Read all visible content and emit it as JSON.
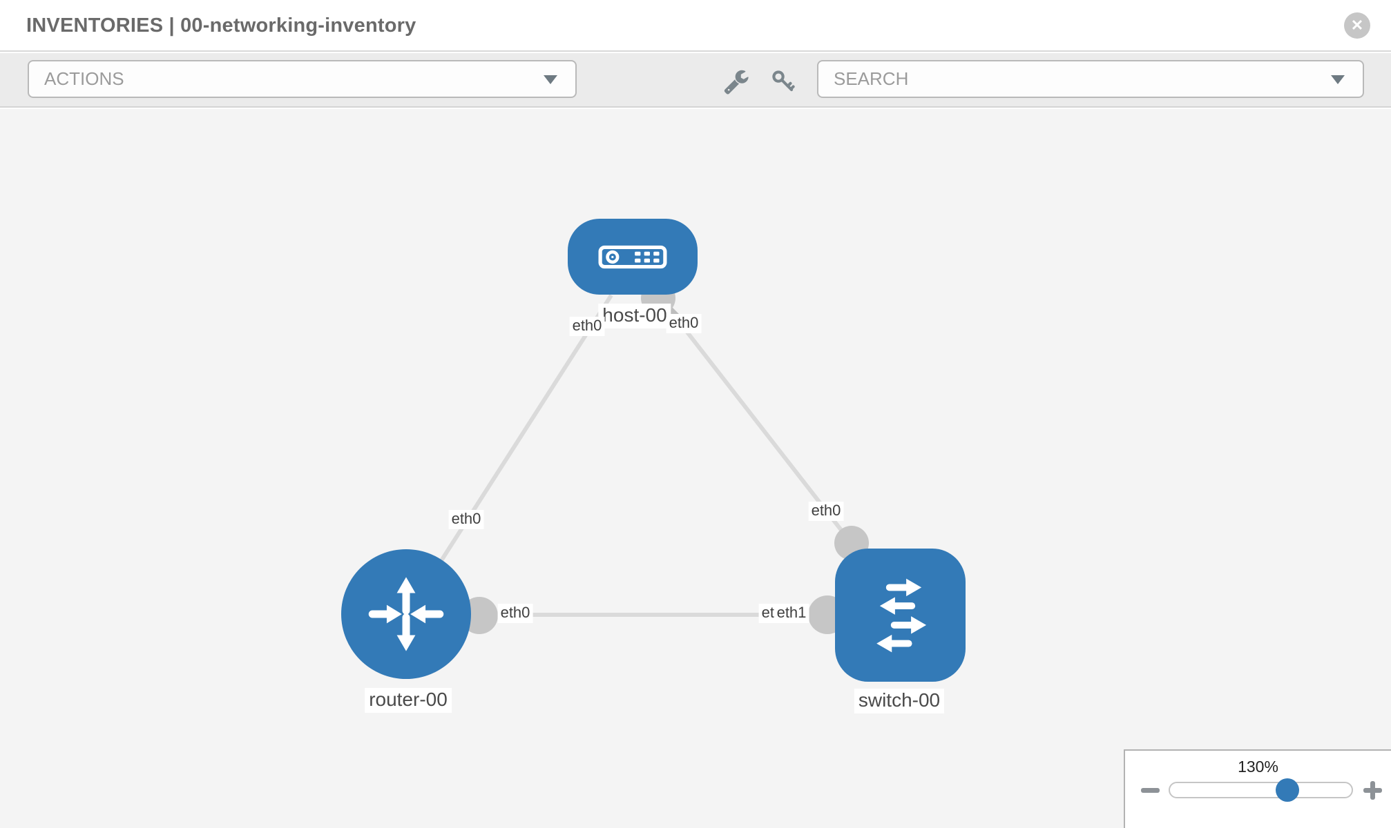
{
  "header": {
    "title": "INVENTORIES | 00-networking-inventory",
    "close_icon": "x-circle-icon"
  },
  "toolbar": {
    "actions_label": "ACTIONS",
    "search_label": "SEARCH",
    "tool_icons": [
      "wrench-icon",
      "key-icon"
    ]
  },
  "topology": {
    "nodes": [
      {
        "id": "host-00",
        "type": "host",
        "label": "host-00",
        "icon": "host-icon"
      },
      {
        "id": "router-00",
        "type": "router",
        "label": "router-00",
        "icon": "router-icon"
      },
      {
        "id": "switch-00",
        "type": "switch",
        "label": "switch-00",
        "icon": "switch-icon"
      }
    ],
    "links": [
      {
        "from": "host-00",
        "to": "router-00",
        "from_interface": "eth0",
        "to_interface": "eth0"
      },
      {
        "from": "host-00",
        "to": "switch-00",
        "from_interface": "eth0",
        "to_interface": "eth0"
      },
      {
        "from": "router-00",
        "to": "switch-00",
        "from_interface": "eth0",
        "to_interface": "eth1"
      }
    ],
    "colors": {
      "node_blue": "#337ab7",
      "link_gray": "#dadada",
      "port_gray": "#c6c6c6"
    }
  },
  "zoom_control": {
    "percent_label": "130%",
    "minus_icon": "minus-icon",
    "plus_icon": "plus-icon",
    "thumb_position_pct": 64
  }
}
